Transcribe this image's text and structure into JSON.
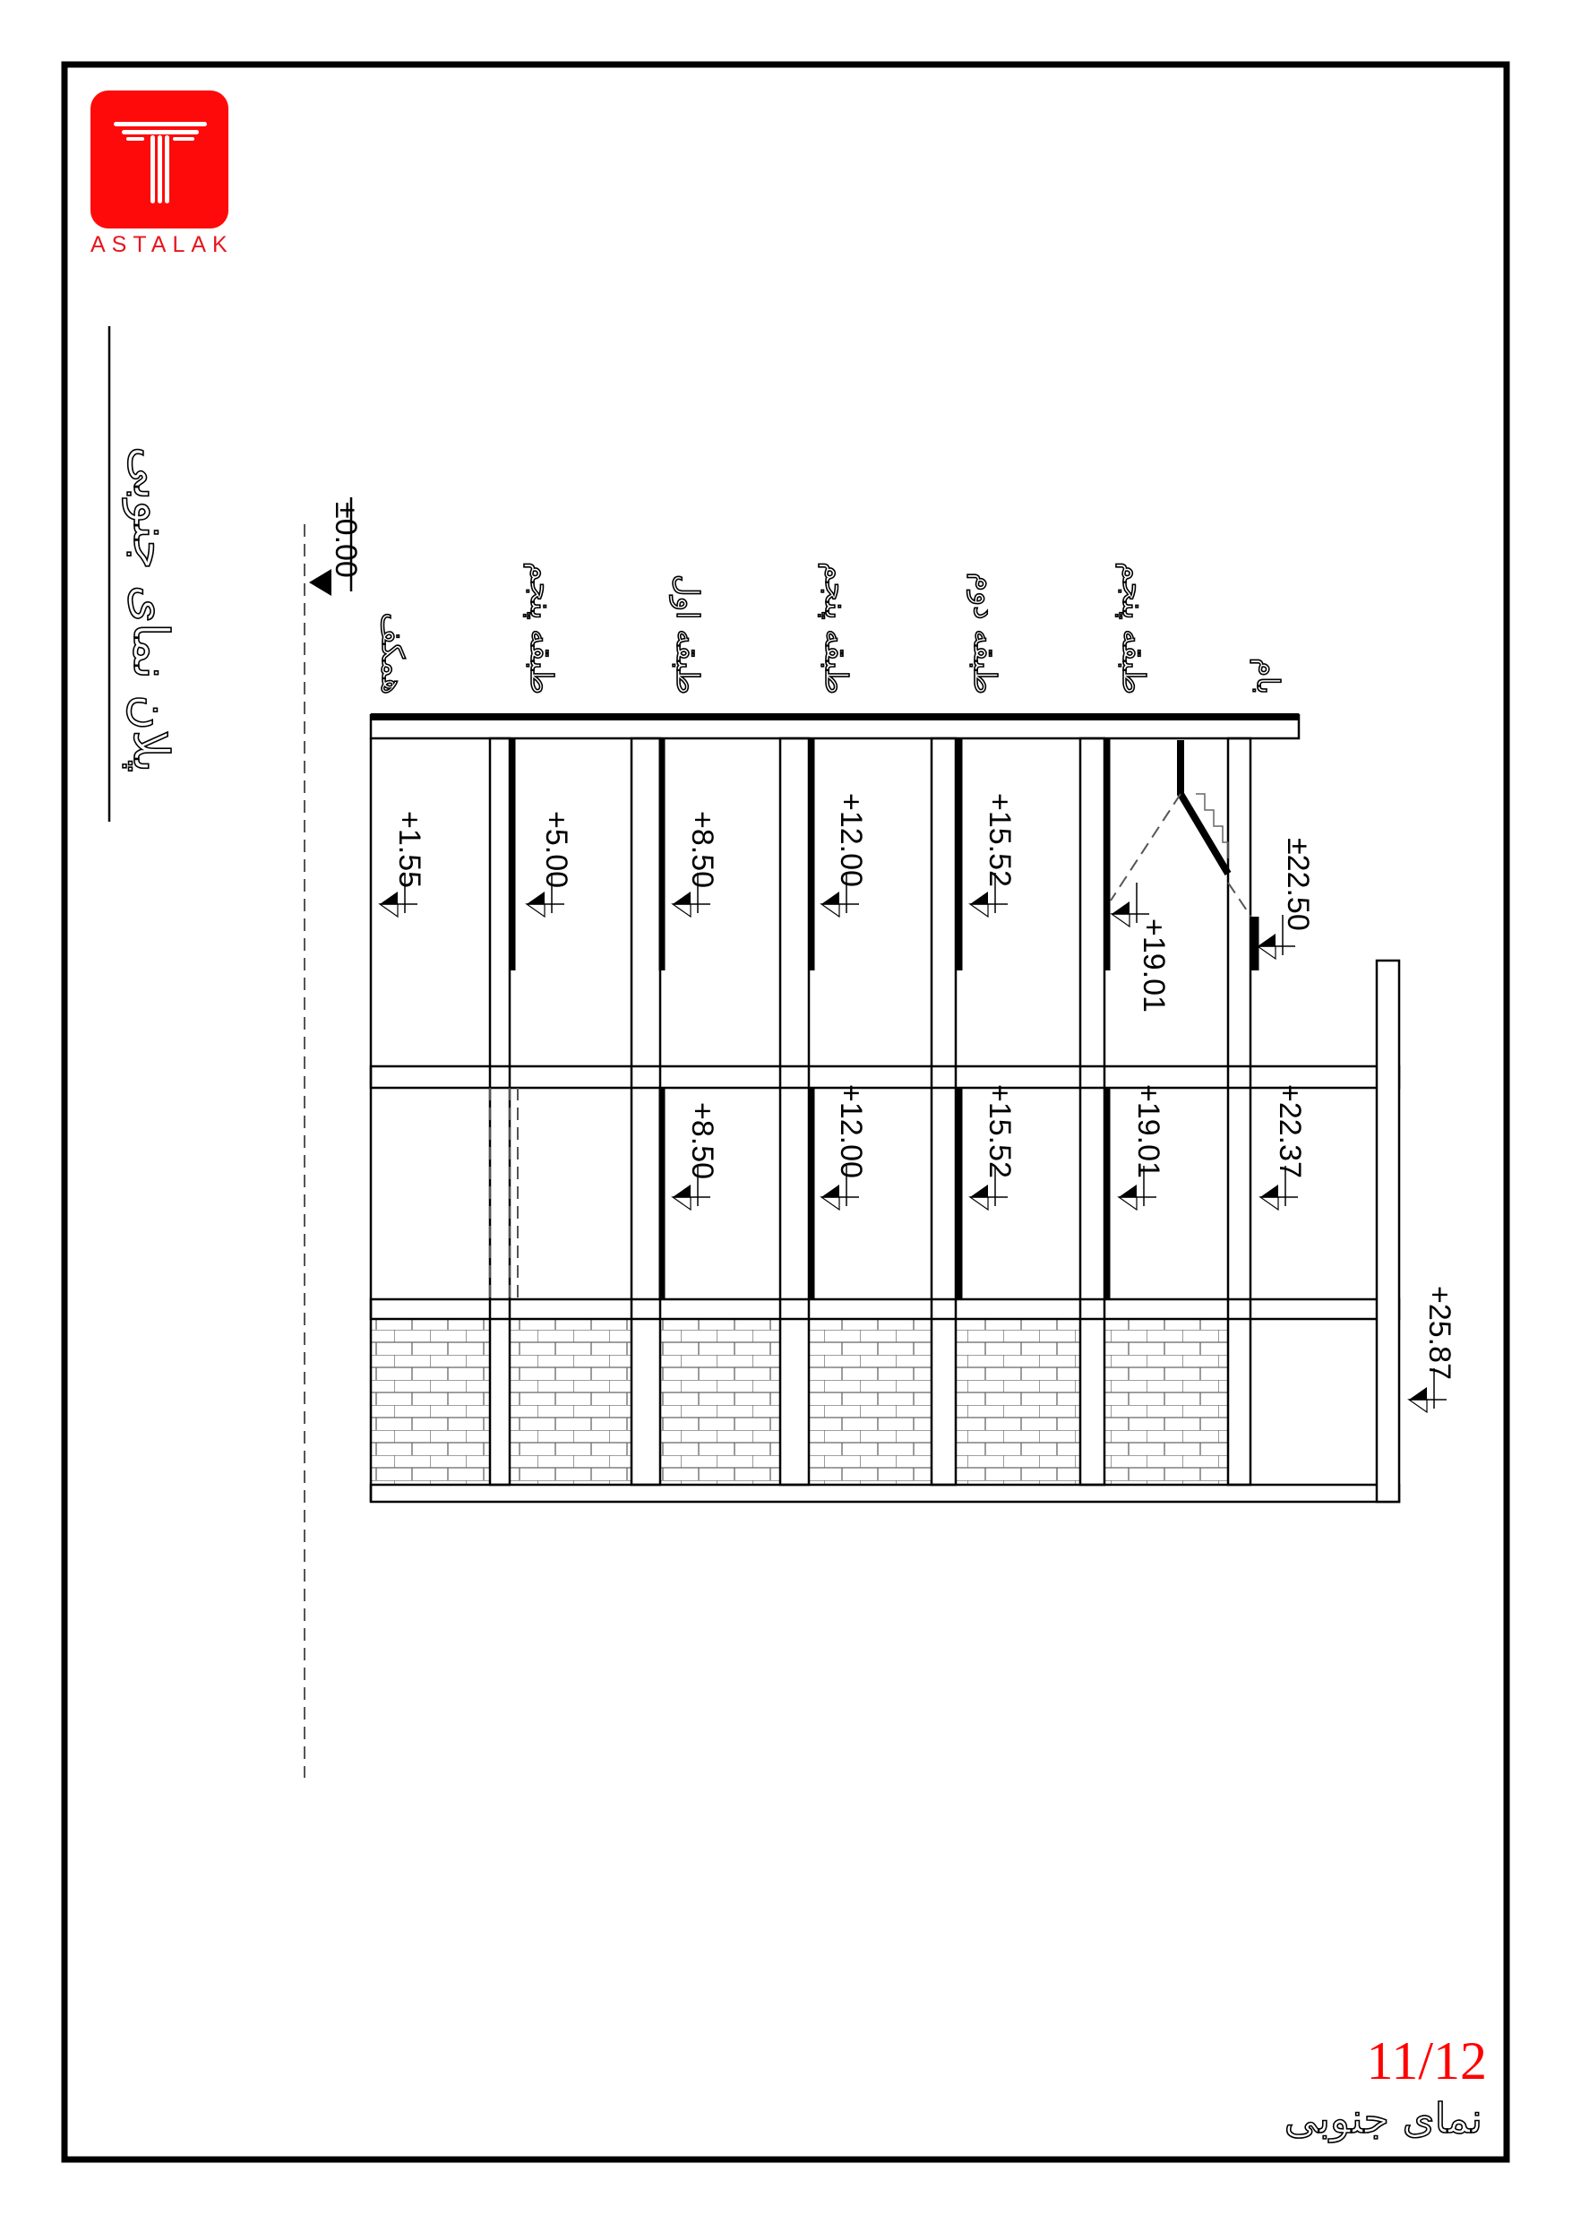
{
  "logo": {
    "brand": "ASTALAK",
    "color": "#ff0a0a"
  },
  "title": "پلان نمای جنوبی",
  "base_level": "±0.00",
  "floor_labels": [
    "همکف",
    "طبقه پنجم",
    "طبقه اول",
    "طبقه پنجم",
    "طبقه دوم",
    "طبقه پنجم",
    "بام"
  ],
  "levels_upper": [
    "+1.55",
    "+5.00",
    "+8.50",
    "+12.00",
    "+15.52",
    "+19.01",
    "±22.50"
  ],
  "levels_lower": [
    "+8.50",
    "+12.00",
    "+15.52",
    "+19.01",
    "+22.37"
  ],
  "level_top": "+25.87",
  "footer": {
    "page": "11/12",
    "caption": "نمای جنوبی"
  }
}
